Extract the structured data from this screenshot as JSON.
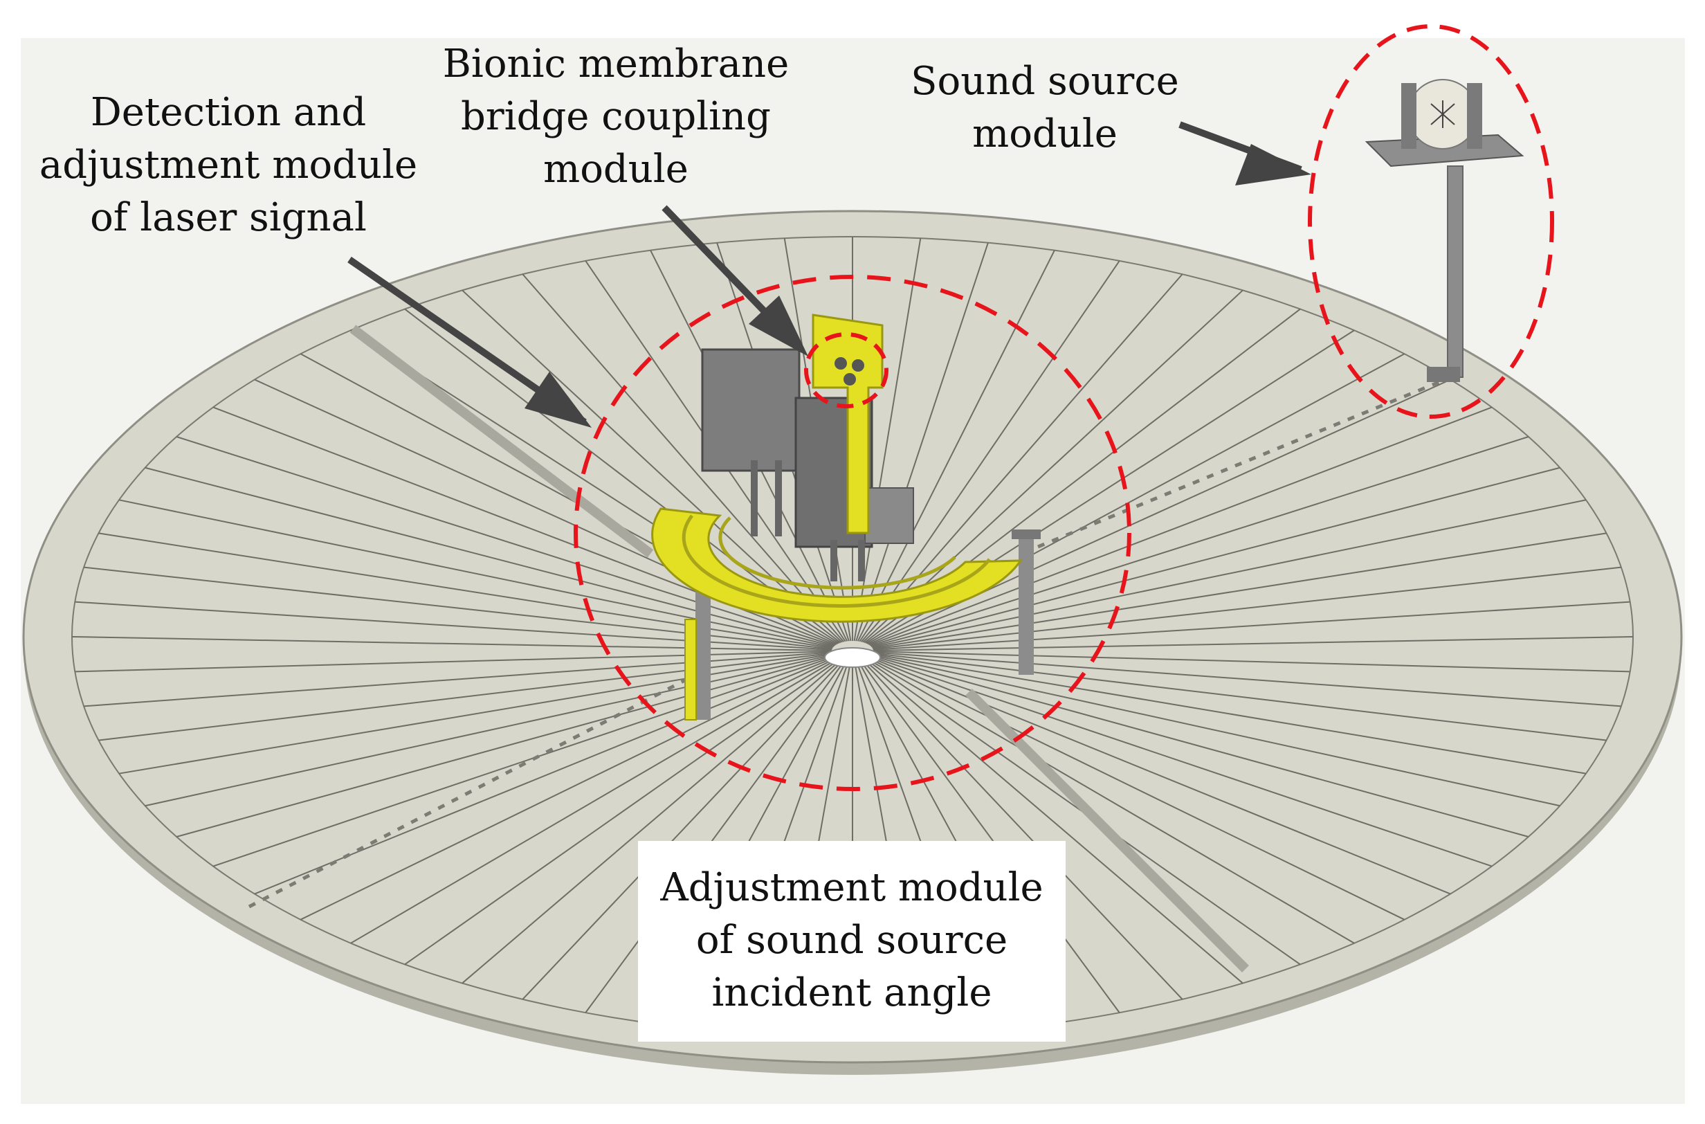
{
  "labels": {
    "detection": [
      "Detection and",
      "adjustment module",
      "of laser signal"
    ],
    "bionic": [
      "Bionic membrane",
      "bridge coupling",
      "module"
    ],
    "sound_source": [
      "Sound source",
      "module"
    ],
    "adjustment_angle": [
      "Adjustment module",
      "of sound source",
      "incident angle"
    ]
  },
  "colors": {
    "disc": "#d7d7cc",
    "disc_edge": "#b9b9ad",
    "lines": "#6e6e66",
    "yellow": "#e3df22",
    "metal": "#8c8c8c",
    "dashed_circle": "#e8141c",
    "arrow": "#444444"
  }
}
